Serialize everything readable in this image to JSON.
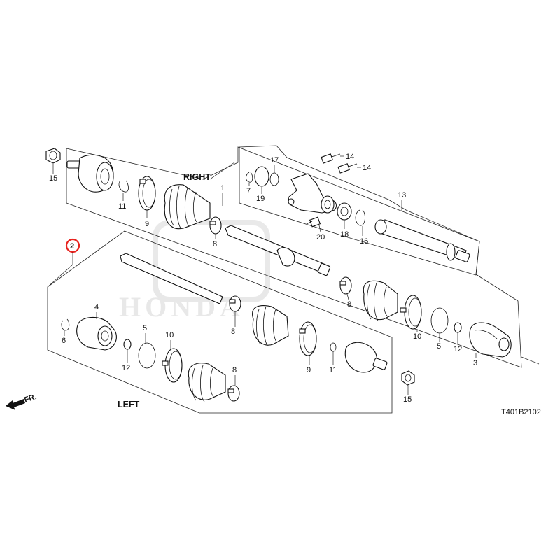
{
  "diagram": {
    "section_right": "RIGHT",
    "section_left": "LEFT",
    "direction_label": "FR.",
    "drawing_code": "T401B2102",
    "watermark": "HONDA",
    "highlight": {
      "label": "2",
      "color": "#e8231f"
    },
    "callouts": {
      "right_15": "15",
      "right_11": "11",
      "right_9": "9",
      "right_1": "1",
      "right_8": "8",
      "right_7": "7",
      "right_19": "19",
      "right_17": "17",
      "right_14a": "14",
      "right_14b": "14",
      "right_13": "13",
      "right_18": "18",
      "right_16": "16",
      "right_20": "20",
      "right_10": "10",
      "right_5": "5",
      "right_12": "12",
      "right_3": "3",
      "right_8b": "8",
      "left_4": "4",
      "left_6": "6",
      "left_5": "5",
      "left_12": "12",
      "left_10": "10",
      "left_8a": "8",
      "left_8b": "8",
      "left_9": "9",
      "left_11": "11",
      "left_15": "15"
    }
  }
}
